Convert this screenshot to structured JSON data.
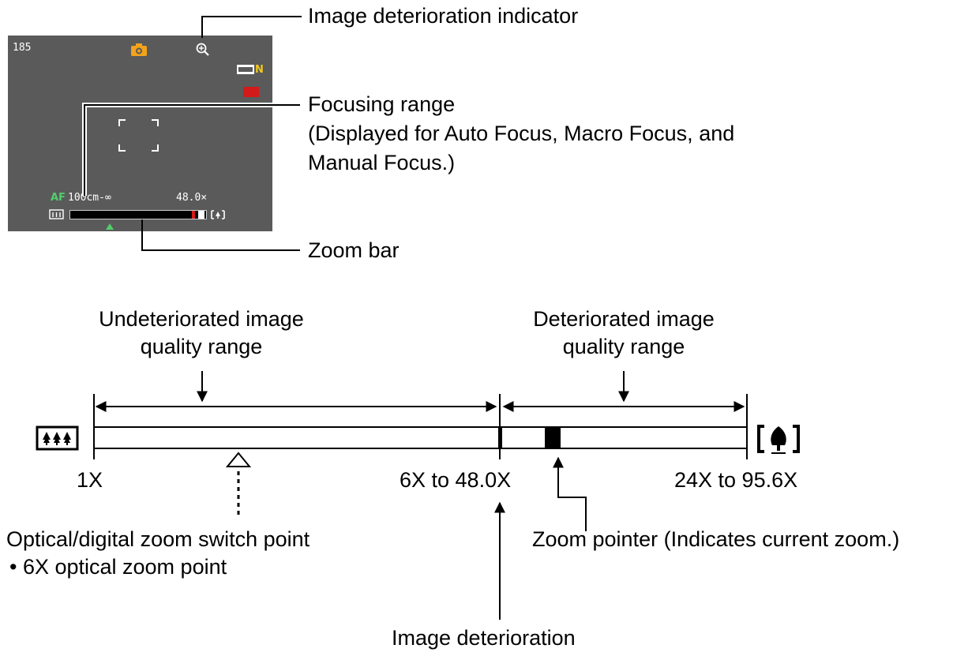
{
  "callouts": {
    "deterioration_indicator": "Image deterioration indicator",
    "focusing_range_title": "Focusing range",
    "focusing_range_note_1": "(Displayed for Auto Focus, Macro Focus, and",
    "focusing_range_note_2": "Manual Focus.)",
    "zoom_bar": "Zoom bar"
  },
  "screen": {
    "shots_remaining": "185",
    "quality_badge": "N",
    "focus_mode": "AF",
    "focus_range": "100cm-∞",
    "zoom_value": "48.0×"
  },
  "zoom_diagram": {
    "undeteriorated_line1": "Undeteriorated image",
    "undeteriorated_line2": "quality range",
    "deteriorated_line1": "Deteriorated image",
    "deteriorated_line2": "quality range",
    "tick_start": "1X",
    "tick_middle": "6X to 48.0X",
    "tick_end": "24X to 95.6X",
    "switch_point": "Optical/digital zoom switch point",
    "switch_point_bullet": "• 6X optical zoom point",
    "zoom_pointer": "Zoom pointer (Indicates current zoom.)",
    "image_deterioration": "Image deterioration"
  },
  "icons": {
    "wide": "wide-trees-icon",
    "tele": "tele-tree-icon",
    "camera": "camera-mode-icon",
    "deterioration": "zoom-deterioration-icon"
  },
  "colors": {
    "screen_bg": "#5a5a5a",
    "camera_icon": "#f2a31b",
    "af_green": "#4fd06a",
    "quality_yellow": "#f2c81b",
    "red_icon": "#d21a1a"
  }
}
